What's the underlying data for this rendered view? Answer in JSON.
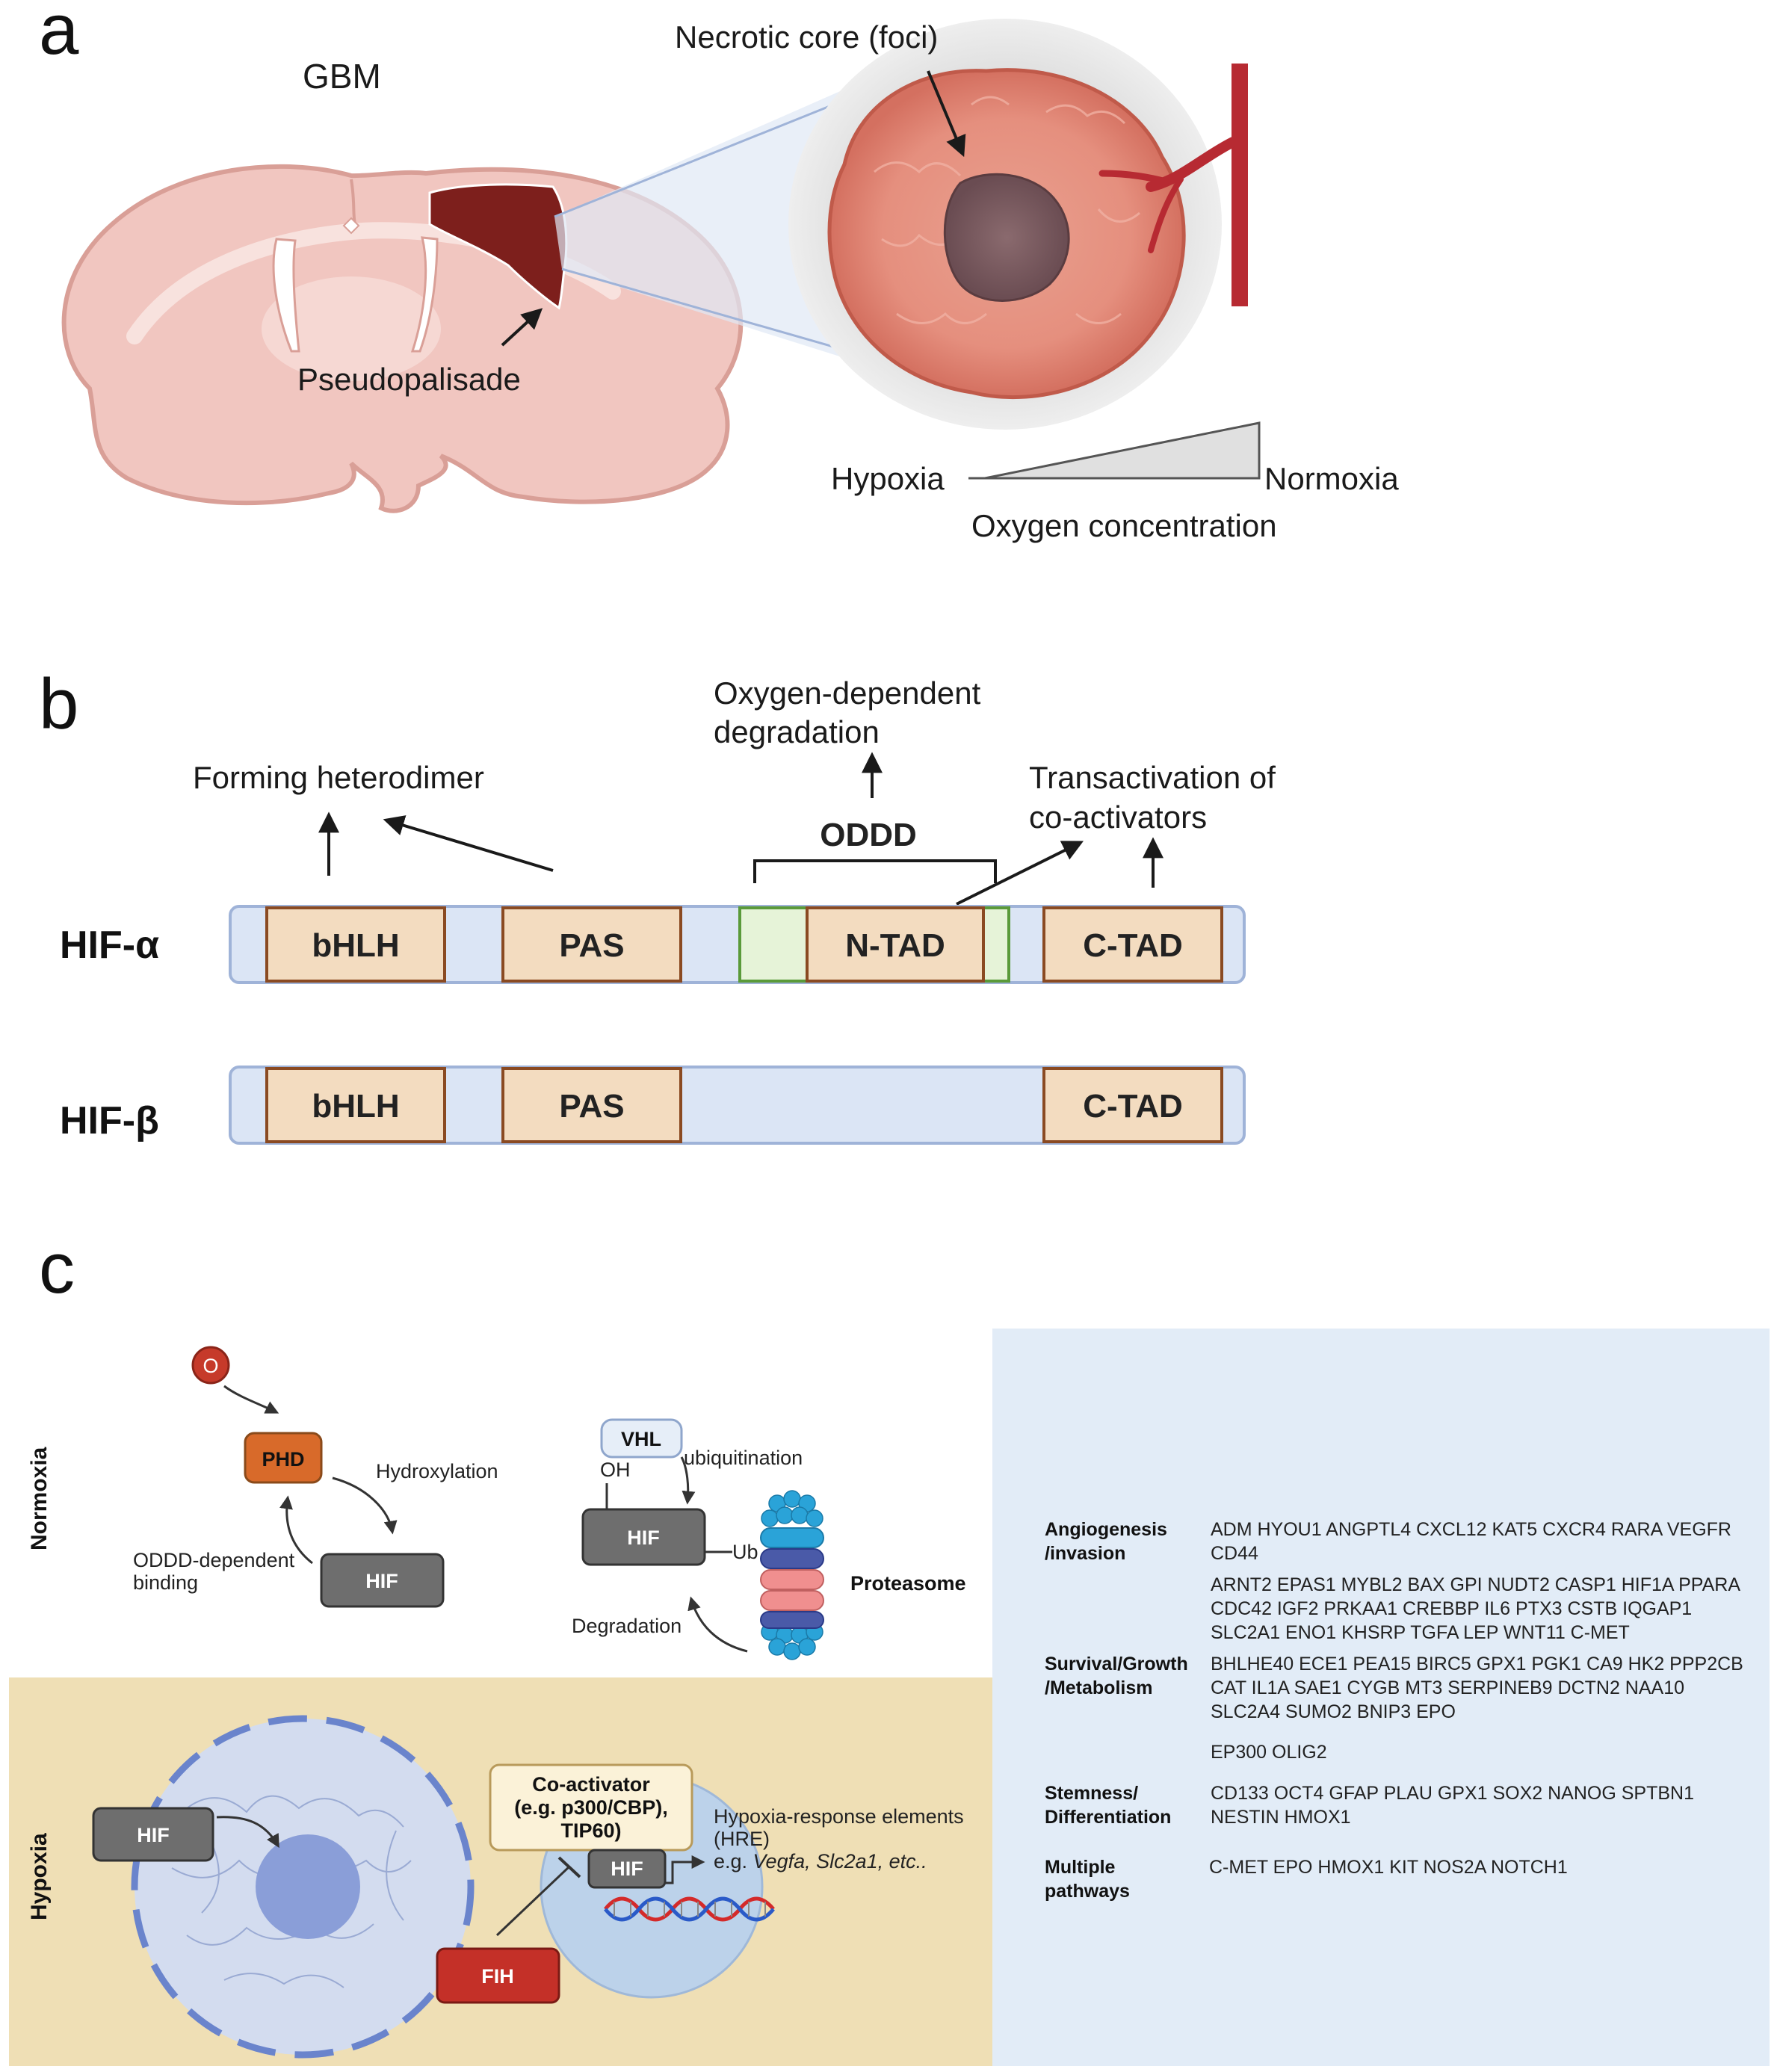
{
  "panel_a": {
    "letter": "a",
    "gbm_label": "GBM",
    "pseudopalisade_label": "Pseudopalisade",
    "necrotic_label": "Necrotic core (foci)",
    "hypoxia_label": "Hypoxia",
    "normoxia_label": "Normoxia",
    "oxygen_label": "Oxygen concentration"
  },
  "panel_b": {
    "letter": "b",
    "oxygen_degradation_line1": "Oxygen-dependent",
    "oxygen_degradation_line2": "degradation",
    "forming_heterodimer": "Forming heterodimer",
    "transactivation_line1": "Transactivation of",
    "transactivation_line2": "co-activators",
    "oddd_label": "ODDD",
    "hif_alpha": {
      "name": "HIF-α",
      "domains": [
        "bHLH",
        "PAS",
        "N-TAD",
        "C-TAD"
      ]
    },
    "hif_beta": {
      "name": "HIF-β",
      "domains": [
        "bHLH",
        "PAS",
        "C-TAD"
      ]
    }
  },
  "panel_c": {
    "letter": "c",
    "normoxia_label": "Normoxia",
    "hypoxia_label": "Hypoxia",
    "oxygen_symbol": "O",
    "phd_label": "PHD",
    "hydroxylation_label": "Hydroxylation",
    "oddd_binding_line1": "ODDD-dependent",
    "oddd_binding_line2": "binding",
    "hif_label": "HIF",
    "vhl_label": "VHL",
    "oh_label": "OH",
    "ubiquitination_label": "ubiquitination",
    "ub_label": "Ub",
    "proteasome_label": "Proteasome",
    "degradation_label": "Degradation",
    "coactivator_line1": "Co-activator",
    "coactivator_line2": "(e.g. p300/CBP),",
    "coactivator_line3": "TIP60)",
    "hre_line1": "Hypoxia-response elements",
    "hre_line2": "(HRE)",
    "hre_prefix": "e.g. ",
    "hre_genes": "Vegfa, Slc2a1, etc..",
    "fih_label": "FIH",
    "gene_table": [
      {
        "category_lines": [
          "Angiogenesis",
          "/invasion"
        ],
        "gene_lines": [
          "ADM HYOU1 ANGPTL4 CXCL12 KAT5 CXCR4 RARA VEGFR",
          "CD44",
          "ARNT2 EPAS1 MYBL2 BAX GPI NUDT2 CASP1 HIF1A PPARA",
          "CDC42 IGF2 PRKAA1 CREBBP IL6 PTX3 CSTB IQGAP1",
          "SLC2A1 ENO1 KHSRP TGFA LEP WNT11 C-MET"
        ]
      },
      {
        "category_lines": [
          "Survival/Growth",
          "/Metabolism"
        ],
        "gene_lines": [
          "BHLHE40 ECE1 PEA15 BIRC5 GPX1 PGK1 CA9 HK2 PPP2CB",
          "CAT IL1A SAE1 CYGB MT3 SERPINEB9 DCTN2 NAA10",
          "SLC2A4 SUMO2 BNIP3 EPO",
          "EP300 OLIG2"
        ]
      },
      {
        "category_lines": [
          "Stemness/",
          "Differentiation"
        ],
        "gene_lines": [
          "CD133 OCT4 GFAP PLAU GPX1 SOX2 NANOG SPTBN1",
          "NESTIN HMOX1"
        ]
      },
      {
        "category_lines": [
          "Multiple",
          "pathways"
        ],
        "gene_lines": [
          "C-MET EPO HMOX1 KIT NOS2A NOTCH1"
        ]
      }
    ]
  }
}
